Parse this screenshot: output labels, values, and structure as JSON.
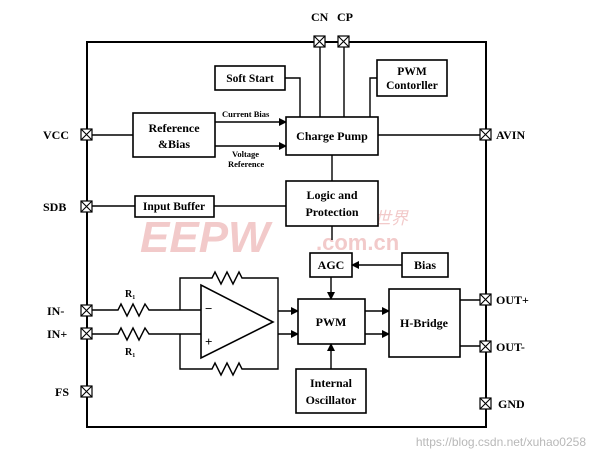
{
  "pins": {
    "cn": "CN",
    "cp": "CP",
    "vcc": "VCC",
    "sdb": "SDB",
    "in_minus": "IN-",
    "in_plus": "IN+",
    "fs": "FS",
    "avin": "AVIN",
    "out_plus": "OUT+",
    "out_minus": "OUT-",
    "gnd": "GND"
  },
  "blocks": {
    "soft_start": "Soft Start",
    "pwm_controller_line1": "PWM",
    "pwm_controller_line2": "Contorller",
    "reference_line1": "Reference",
    "reference_line2": "&Bias",
    "charge_pump": "Charge Pump",
    "logic_line1": "Logic and",
    "logic_line2": "Protection",
    "input_buffer": "Input Buffer",
    "agc": "AGC",
    "bias": "Bias",
    "pwm": "PWM",
    "h_bridge": "H-Bridge",
    "osc_line1": "Internal",
    "osc_line2": "Oscillator"
  },
  "signals": {
    "current_bias": "Current Bias",
    "voltage_line1": "Voltage",
    "voltage_line2": "Reference"
  },
  "resistors": {
    "r1_top": "R",
    "r1_top_sub": "1",
    "r1_bottom": "R",
    "r1_bottom_sub": "1"
  },
  "opamp": {
    "minus": "−",
    "plus": "+"
  },
  "watermark": {
    "logo": "EEPW",
    "cn_text": "电子产品世界",
    "domain": ".com.cn"
  },
  "credit": "https://blog.csdn.net/xuhao0258",
  "colors": {
    "watermark_red": "#e8a0a0",
    "watermark_strong": "#d9534f"
  }
}
